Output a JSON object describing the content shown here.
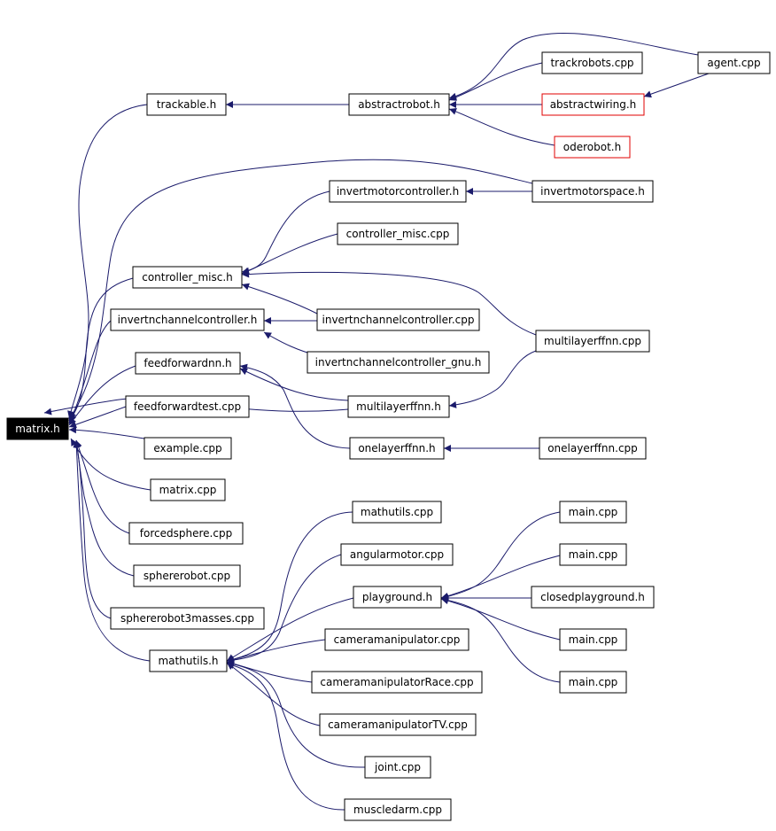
{
  "graph": {
    "colors": {
      "edge": "#1b1b6b",
      "arrow": "#1b1b6b",
      "root_fill": "#000000",
      "root_text": "#ffffff",
      "highlight_border": "#e00000"
    },
    "nodes": {
      "matrix_h": "matrix.h",
      "trackable_h": "trackable.h",
      "abstractrobot_h": "abstractrobot.h",
      "trackrobots_cpp": "trackrobots.cpp",
      "agent_cpp": "agent.cpp",
      "abstractwiring_h": "abstractwiring.h",
      "oderobot_h": "oderobot.h",
      "invertmotorcontroller_h": "invertmotorcontroller.h",
      "invertmotorspace_h": "invertmotorspace.h",
      "controller_misc_cpp": "controller_misc.cpp",
      "controller_misc_h": "controller_misc.h",
      "invertnchannelcontroller_h": "invertnchannelcontroller.h",
      "invertnchannelcontroller_cpp": "invertnchannelcontroller.cpp",
      "invertnchannelcontroller_gnu_h": "invertnchannelcontroller_gnu.h",
      "multilayerffnn_cpp": "multilayerffnn.cpp",
      "feedforwardnn_h": "feedforwardnn.h",
      "multilayerffnn_h": "multilayerffnn.h",
      "feedforwardtest_cpp": "feedforwardtest.cpp",
      "example_cpp": "example.cpp",
      "onelayerffnn_h": "onelayerffnn.h",
      "onelayerffnn_cpp": "onelayerffnn.cpp",
      "matrix_cpp": "matrix.cpp",
      "forcedsphere_cpp": "forcedsphere.cpp",
      "mathutils_cpp": "mathutils.cpp",
      "main_cpp_1": "main.cpp",
      "angularmotor_cpp": "angularmotor.cpp",
      "main_cpp_2": "main.cpp",
      "spherersobot_cpp": "sphererobot.cpp",
      "playground_h": "playground.h",
      "closedplayground_h": "closedplayground.h",
      "sphererobot3masses_cpp": "sphererobot3masses.cpp",
      "cameramanipulator_cpp": "cameramanipulator.cpp",
      "main_cpp_3": "main.cpp",
      "mathutils_h": "mathutils.h",
      "cameramanipulatorRace_cpp": "cameramanipulatorRace.cpp",
      "main_cpp_4": "main.cpp",
      "cameramanipulatorTV_cpp": "cameramanipulatorTV.cpp",
      "joint_cpp": "joint.cpp",
      "muscledarm_cpp": "muscledarm.cpp"
    }
  }
}
